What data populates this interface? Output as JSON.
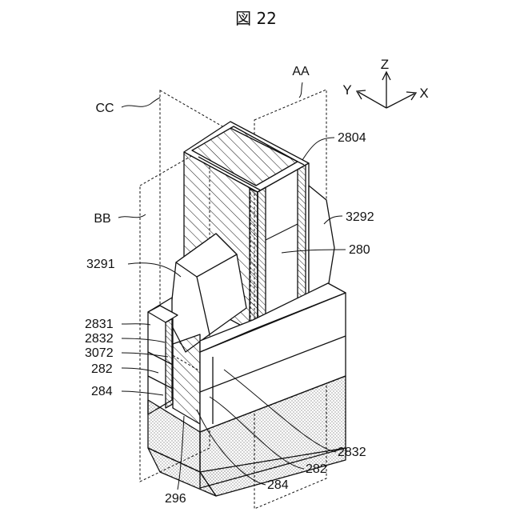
{
  "figure": {
    "title": "図 22"
  },
  "axes": {
    "z": "Z",
    "y": "Y",
    "x": "X"
  },
  "planes": {
    "aa": "AA",
    "bb": "BB",
    "cc": "CC"
  },
  "labels": {
    "l2804": "2804",
    "l3292": "3292",
    "l280": "280",
    "l3291": "3291",
    "l2831": "2831",
    "l2832_left": "2832",
    "l3072": "3072",
    "l282_left": "282",
    "l284_left": "284",
    "l2832_right": "2832",
    "l282_right": "282",
    "l284_bottom": "284",
    "l296": "296"
  }
}
